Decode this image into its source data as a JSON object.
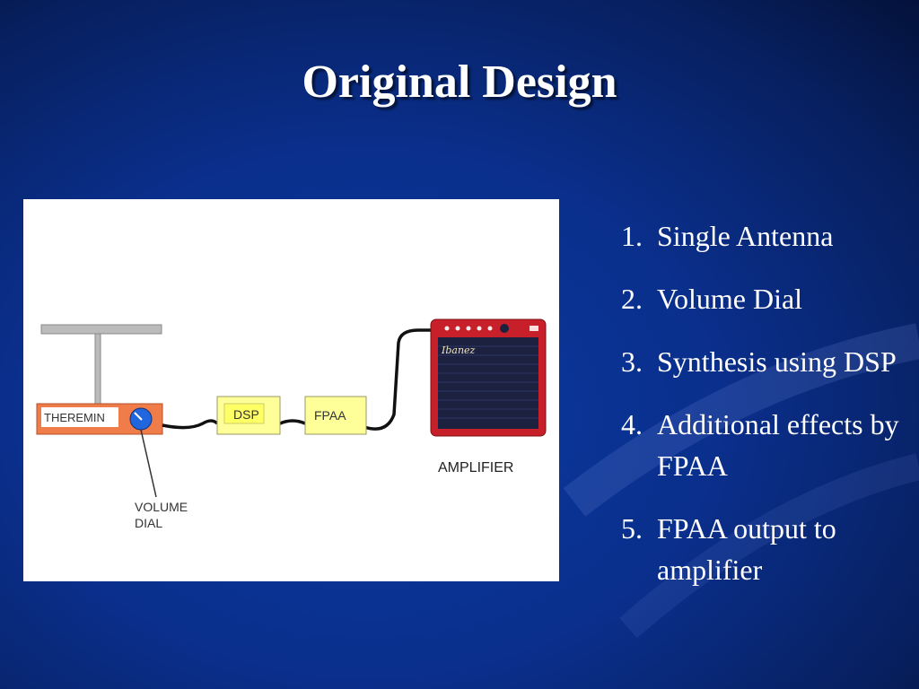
{
  "slide": {
    "title": "Original Design"
  },
  "diagram": {
    "labels": {
      "theremin": "THEREMIN",
      "dsp": "DSP",
      "fpaa": "FPAA",
      "amplifier": "AMPLIFIER",
      "volume_line1": "VOLUME",
      "volume_line2": "DIAL",
      "amp_logo": "Ibanez"
    },
    "colors": {
      "theremin_box": "#f07c4a",
      "module_box": "#ffff99",
      "amp_body": "#c8202a",
      "amp_grille": "#1c2140",
      "dial": "#2266dd",
      "antenna": "#bbbbbb"
    }
  },
  "list": {
    "items": [
      {
        "num": "1.",
        "text": "Single Antenna"
      },
      {
        "num": "2.",
        "text": "Volume Dial"
      },
      {
        "num": "3.",
        "text": "Synthesis using DSP"
      },
      {
        "num": "4.",
        "text": "Additional effects by FPAA"
      },
      {
        "num": "5.",
        "text": "FPAA output to amplifier"
      }
    ]
  }
}
